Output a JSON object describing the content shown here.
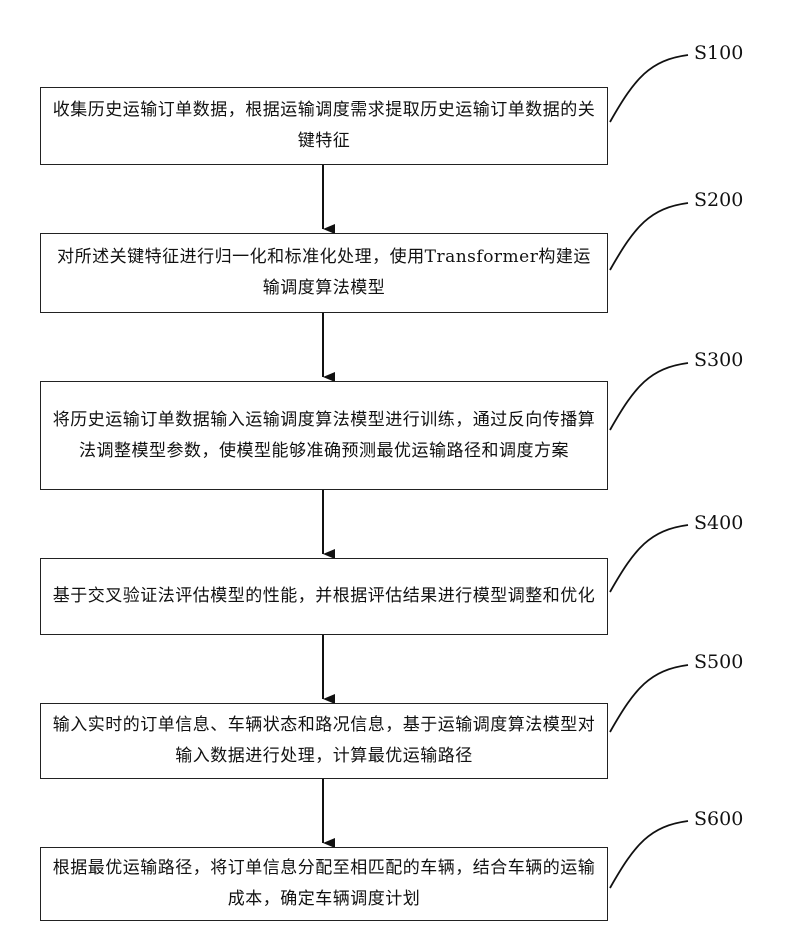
{
  "steps": [
    {
      "label": "S100",
      "text": "收集历史运输订单数据，根据运输调度需求提取历史运输订单数据的关键特征"
    },
    {
      "label": "S200",
      "text": "对所述关键特征进行归一化和标准化处理，使用Transformer构建运输调度算法模型"
    },
    {
      "label": "S300",
      "text": "将历史运输订单数据输入运输调度算法模型进行训练，通过反向传播算法调整模型参数，使模型能够准确预测最优运输路径和调度方案"
    },
    {
      "label": "S400",
      "text": "基于交叉验证法评估模型的性能，并根据评估结果进行模型调整和优化"
    },
    {
      "label": "S500",
      "text": "输入实时的订单信息、车辆状态和路况信息，基于运输调度算法模型对输入数据进行处理，计算最优运输路径"
    },
    {
      "label": "S600",
      "text": "根据最优运输路径，将订单信息分配至相匹配的车辆，结合车辆的运输成本，确定车辆调度计划"
    }
  ]
}
